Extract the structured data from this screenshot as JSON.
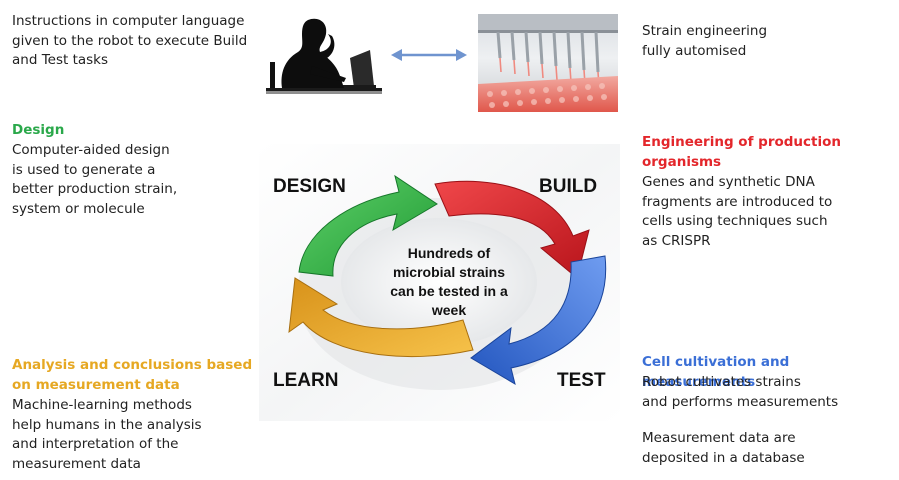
{
  "top": {
    "instructions": "Instructions in computer language\ngiven to the robot to execute Build\nand Test tasks",
    "automation": "Strain engineering\nfully automised"
  },
  "design": {
    "heading": "Design",
    "body": "Computer-aided design\nis used to generate a\nbetter production strain,\nsystem or molecule",
    "color": "#2aa84a"
  },
  "build": {
    "heading": "Engineering of production\norganisms",
    "body": "Genes and synthetic DNA\nfragments are introduced to\ncells using techniques such\nas CRISPR",
    "color": "#e3262b"
  },
  "learn": {
    "heading": "Analysis and conclusions based\non measurement data",
    "body": "Machine-learning methods\nhelp humans in the analysis\nand interpretation of the\nmeasurement data",
    "color": "#e6a823"
  },
  "test": {
    "heading": "Cell cultivation and measurements",
    "body": "Robot cultivates strains\nand performs measurements",
    "body2": "Measurement data are\ndeposited in a database",
    "color": "#3b6fd6"
  },
  "cycle": {
    "labels": {
      "design": "DESIGN",
      "build": "BUILD",
      "test": "TEST",
      "learn": "LEARN"
    },
    "center_lines": [
      "Hundreds of",
      "microbial strains",
      "can be tested in a",
      "week"
    ],
    "arrow_colors": {
      "design": "#2fb344",
      "build": "#e0232a",
      "test": "#3a73d8",
      "learn": "#f0ae2a"
    }
  },
  "icons": {
    "person": "person-at-laptop-silhouette",
    "exchange": "double-headed-arrow",
    "robot": "lab-robot-photo"
  },
  "colors": {
    "exchange_arrow": "#6f94cf"
  }
}
